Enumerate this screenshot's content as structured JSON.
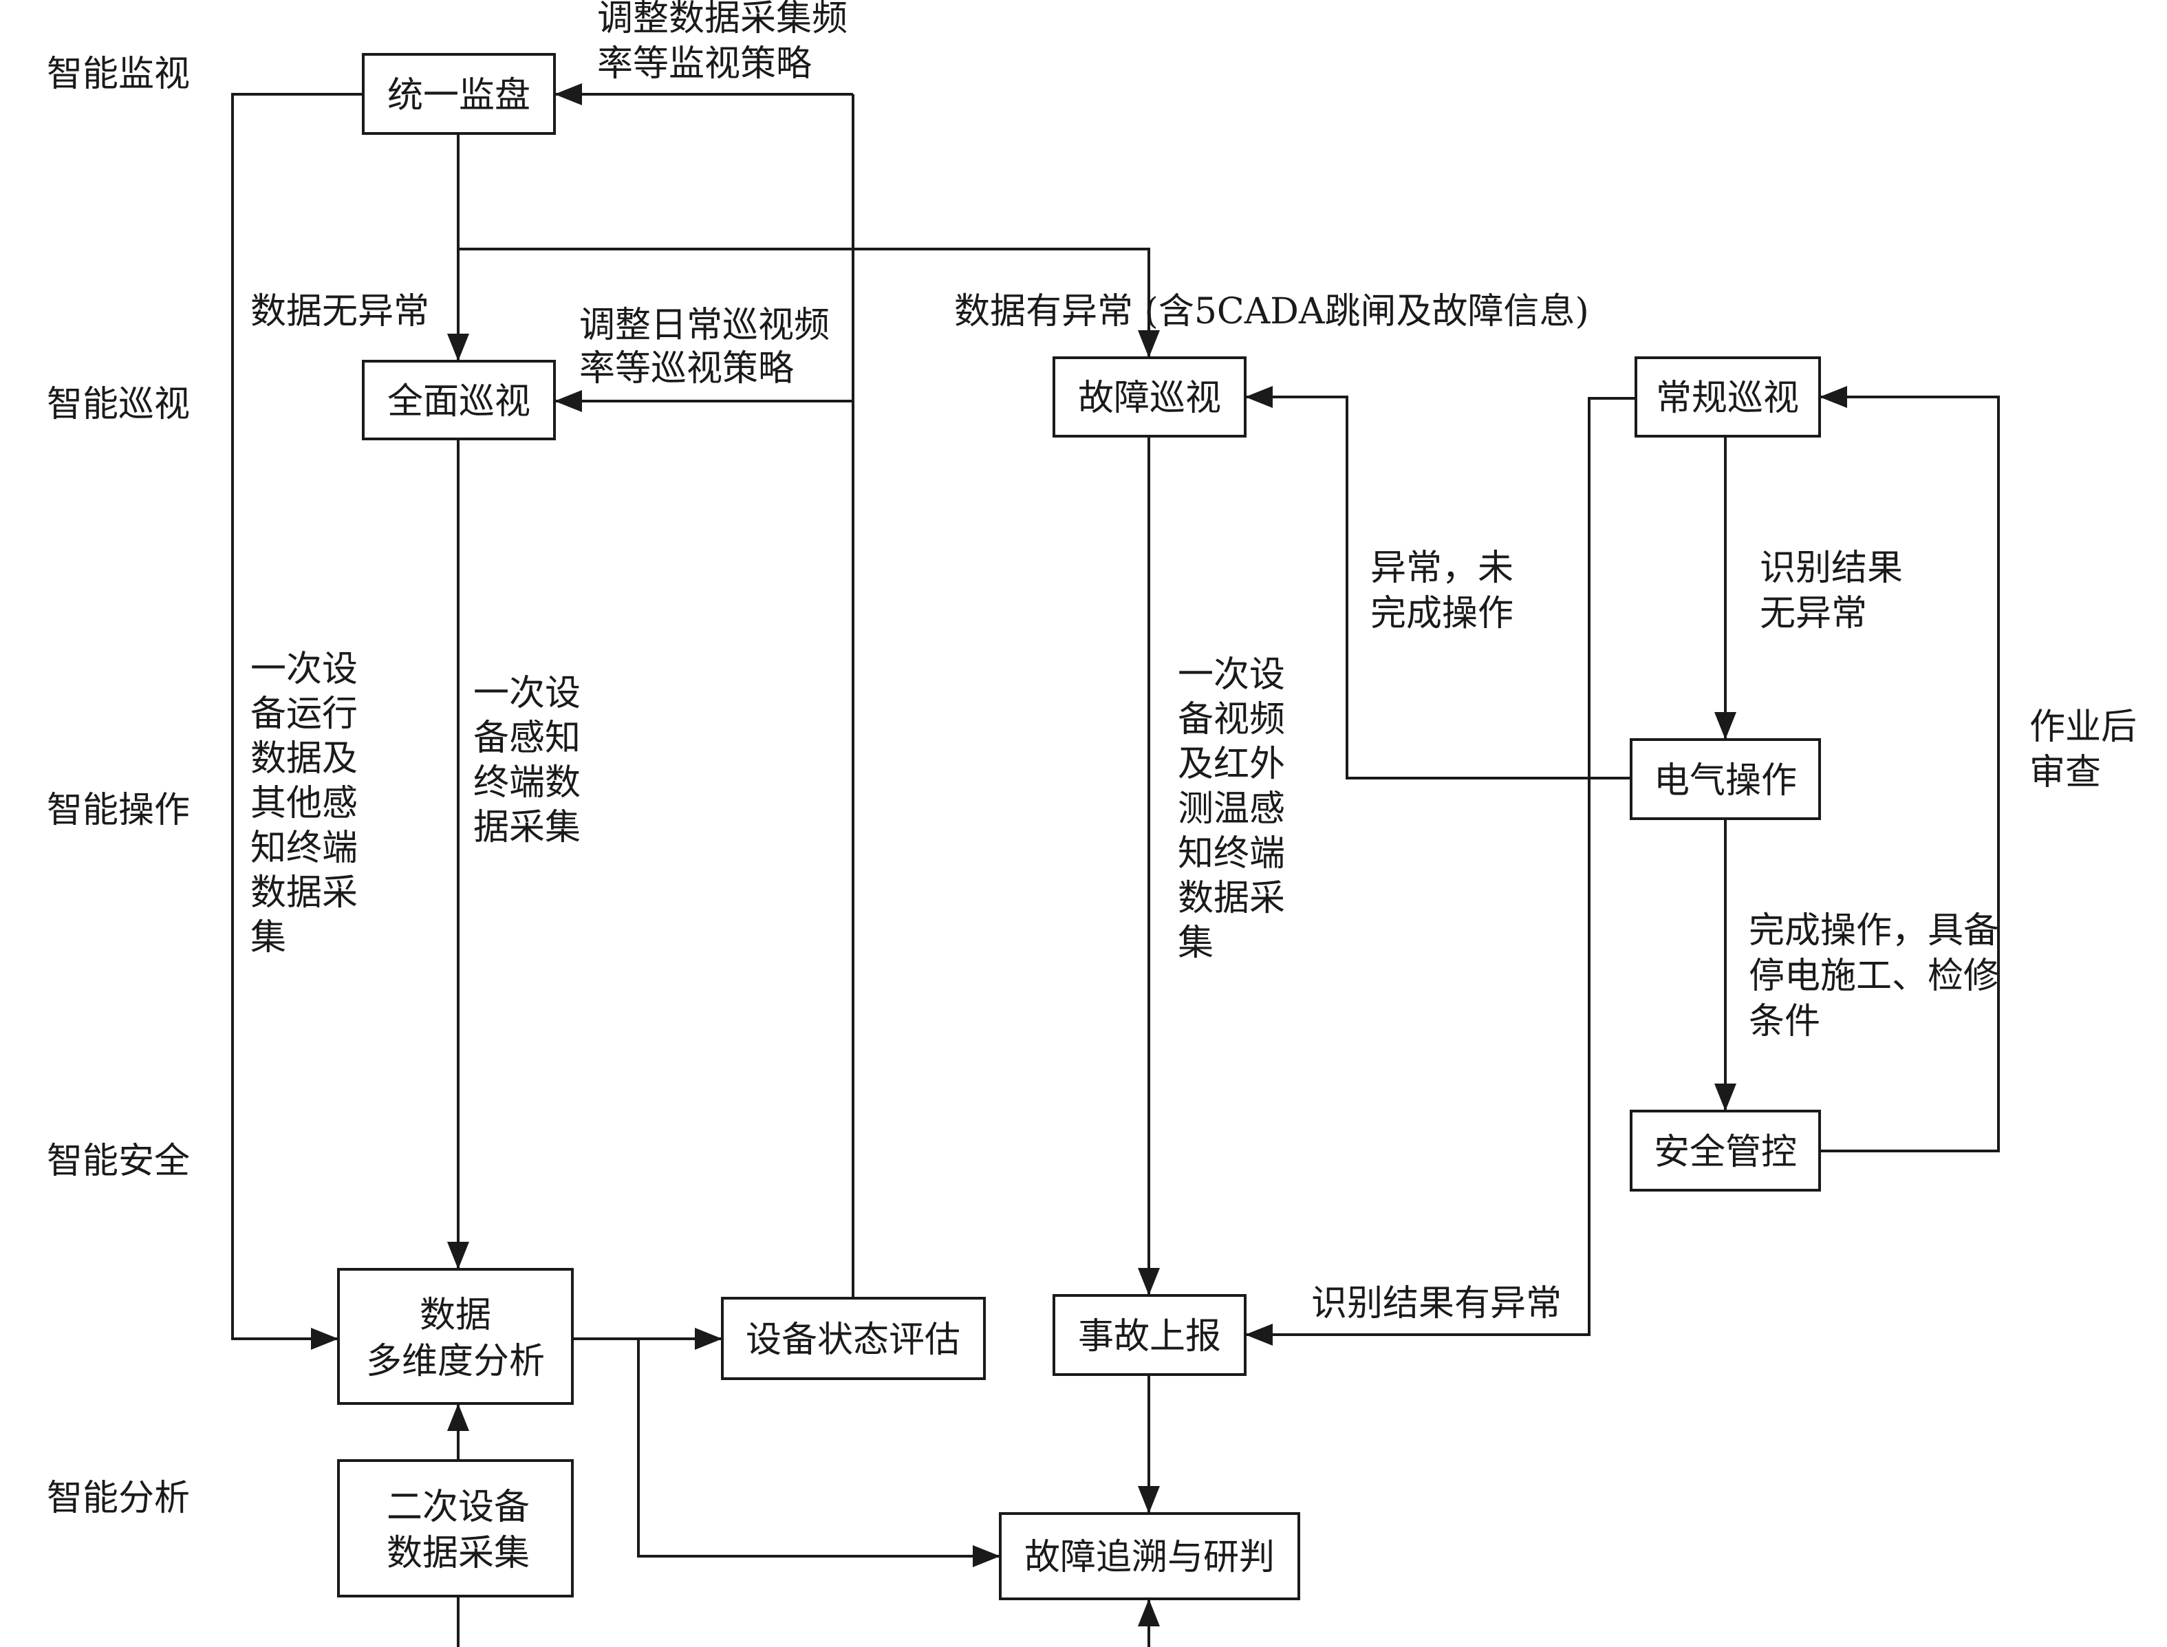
{
  "lanes": {
    "monitor": "智能监视",
    "patrol": "智能巡视",
    "operation": "智能操作",
    "safety": "智能安全",
    "analysis": "智能分析"
  },
  "nodes": {
    "unified_monitor": "统一监盘",
    "full_patrol": "全面巡视",
    "fault_patrol": "故障巡视",
    "routine_patrol": "常规巡视",
    "electrical_operation": "电气操作",
    "safety_control": "安全管控",
    "multi_analysis": [
      "数据",
      "多维度分析"
    ],
    "equipment_assessment": "设备状态评估",
    "accident_report": "事故上报",
    "secondary_collection": [
      "二次设备",
      "数据采集"
    ],
    "fault_trace": "故障追溯与研判"
  },
  "edge_labels": {
    "adjust_monitor": [
      "调整数据采集频",
      "率等监视策略"
    ],
    "adjust_patrol": [
      "调整日常巡视频",
      "率等巡视策略"
    ],
    "no_anomaly": "数据无异常",
    "has_anomaly": "数据有异常 (含5CADA跳闸及故障信息)",
    "abnormal_unfinished": [
      "异常，未",
      "完成操作"
    ],
    "recog_no_anomaly": [
      "识别结果",
      "无异常"
    ],
    "post_review": [
      "作业后",
      "审查"
    ],
    "completed_op": [
      "完成操作，具备",
      "停电施工、检修",
      "条件"
    ],
    "recog_anomaly": "识别结果有异常",
    "primary_run_data": [
      "一次设",
      "备运行",
      "数据及",
      "其他感",
      "知终端",
      "数据采",
      "集"
    ],
    "primary_sensor_data": [
      "一次设",
      "备感知",
      "终端数",
      "据采集"
    ],
    "primary_video_data": [
      "一次设",
      "备视频",
      "及红外",
      "测温感",
      "知终端",
      "数据采",
      "集"
    ]
  }
}
